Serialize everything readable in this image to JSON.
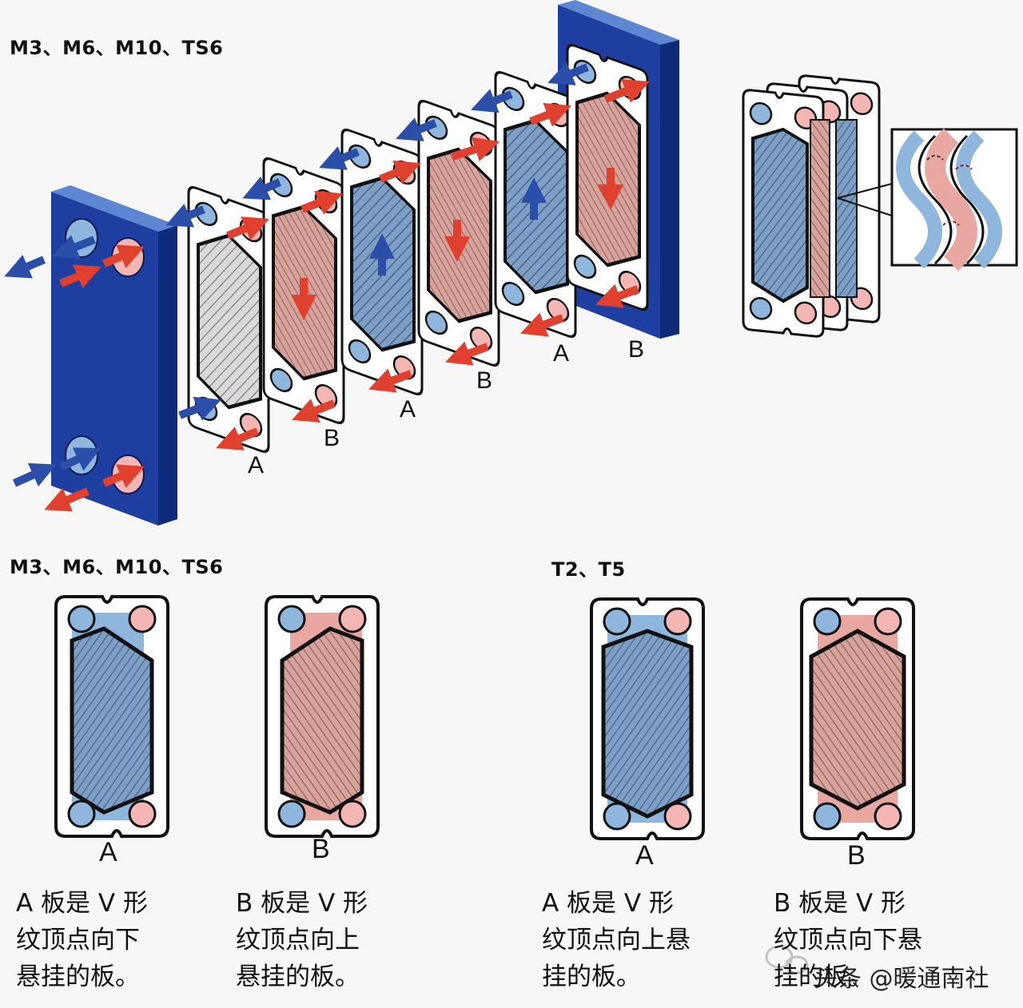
{
  "top_heading": "M3、M6、M10、TS6",
  "bottom_left_heading": "M3、M6、M10、TS6",
  "bottom_right_heading": "T2、T5",
  "exploded_plate_labels": [
    "A",
    "B",
    "A",
    "B",
    "A",
    "B"
  ],
  "plate_A_label": "A",
  "plate_B_label": "B",
  "desc_A_down": "A 板是 V 形\n纹顶点向下\n悬挂的板。",
  "desc_B_up": "B 板是 V 形\n纹顶点向上\n悬挂的板。",
  "desc_A_up": "A 板是 V 形\n纹顶点向上悬\n挂的板。",
  "desc_B_down": "B 板是 V 形\n纹顶点向下悬\n挂的板。",
  "watermark": "头条 @暖通南社",
  "colors": {
    "frame_blue": "#1e3fa0",
    "cold_fluid": "#8fb6dc",
    "hot_fluid": "#e9a7a2",
    "plate_outline": "#111111"
  }
}
